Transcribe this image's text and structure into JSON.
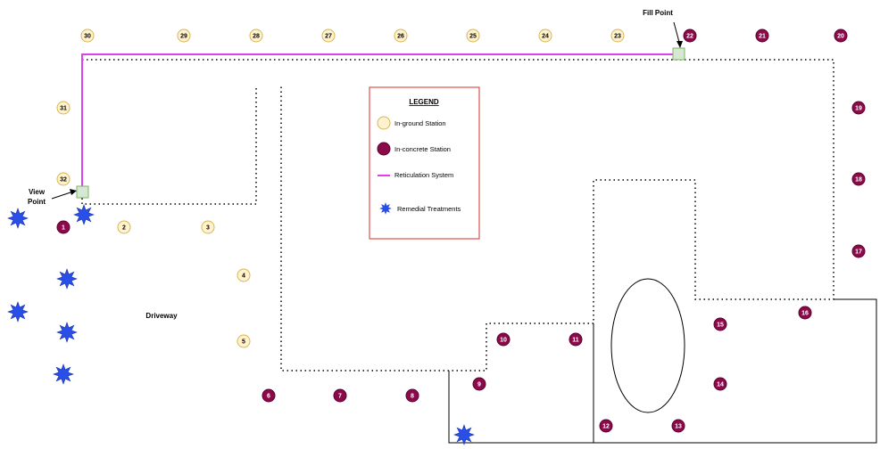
{
  "legend": {
    "title": "LEGEND",
    "items": [
      {
        "kind": "in-ground",
        "label": "In-ground Station"
      },
      {
        "kind": "in-concrete",
        "label": "In-concrete Station"
      },
      {
        "kind": "reticulation",
        "label": "Reticulation System"
      },
      {
        "kind": "remedial",
        "label": "Remedial Treatments"
      }
    ]
  },
  "labels": {
    "fill_point": "Fill Point",
    "view_point_line1": "View",
    "view_point_line2": "Point",
    "driveway": "Driveway"
  },
  "colors": {
    "in_ground_fill": "#fff2cc",
    "in_ground_stroke": "#d6b656",
    "in_concrete_fill": "#8a0a4a",
    "in_concrete_stroke": "#5c0030",
    "reticulation": "#e040e8",
    "remedial": "#2a4fe6",
    "legend_border": "#e05050",
    "fixture_fill": "#d5e8d4",
    "fixture_stroke": "#82b366"
  },
  "stations": {
    "in_ground": [
      "30",
      "29",
      "28",
      "27",
      "26",
      "25",
      "24",
      "23",
      "31",
      "32",
      "2",
      "3",
      "4",
      "5"
    ],
    "in_concrete": [
      "22",
      "21",
      "20",
      "19",
      "18",
      "17",
      "16",
      "15",
      "14",
      "13",
      "12",
      "11",
      "10",
      "9",
      "8",
      "7",
      "6",
      "1"
    ]
  }
}
